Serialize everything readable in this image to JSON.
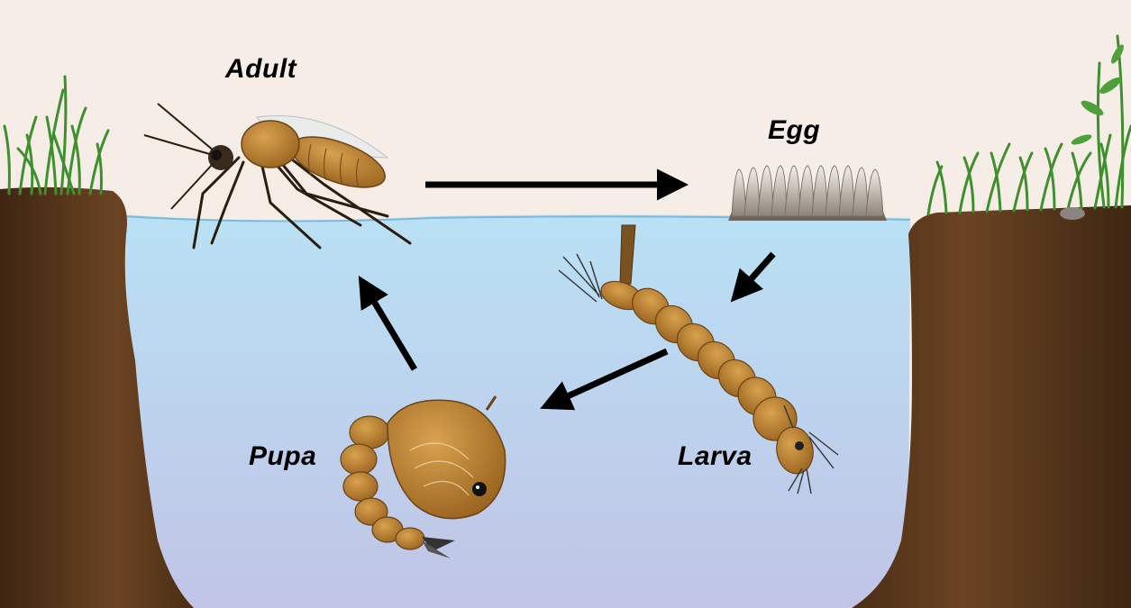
{
  "labels": {
    "adult": "Adult",
    "egg": "Egg",
    "larva": "Larva",
    "pupa": "Pupa"
  },
  "colors": {
    "background": "#f6eee6",
    "water_top": "#b9e1f4",
    "water_bottom": "#c1c4e6",
    "soil": "#5b3a1d",
    "grass": "#3f8f2f",
    "arrow": "#000000",
    "insect_body": "#b07a2e"
  },
  "icons": [
    "adult-mosquito-icon",
    "egg-raft-icon",
    "larva-icon",
    "pupa-icon",
    "grass-icon",
    "pebble-icon"
  ]
}
